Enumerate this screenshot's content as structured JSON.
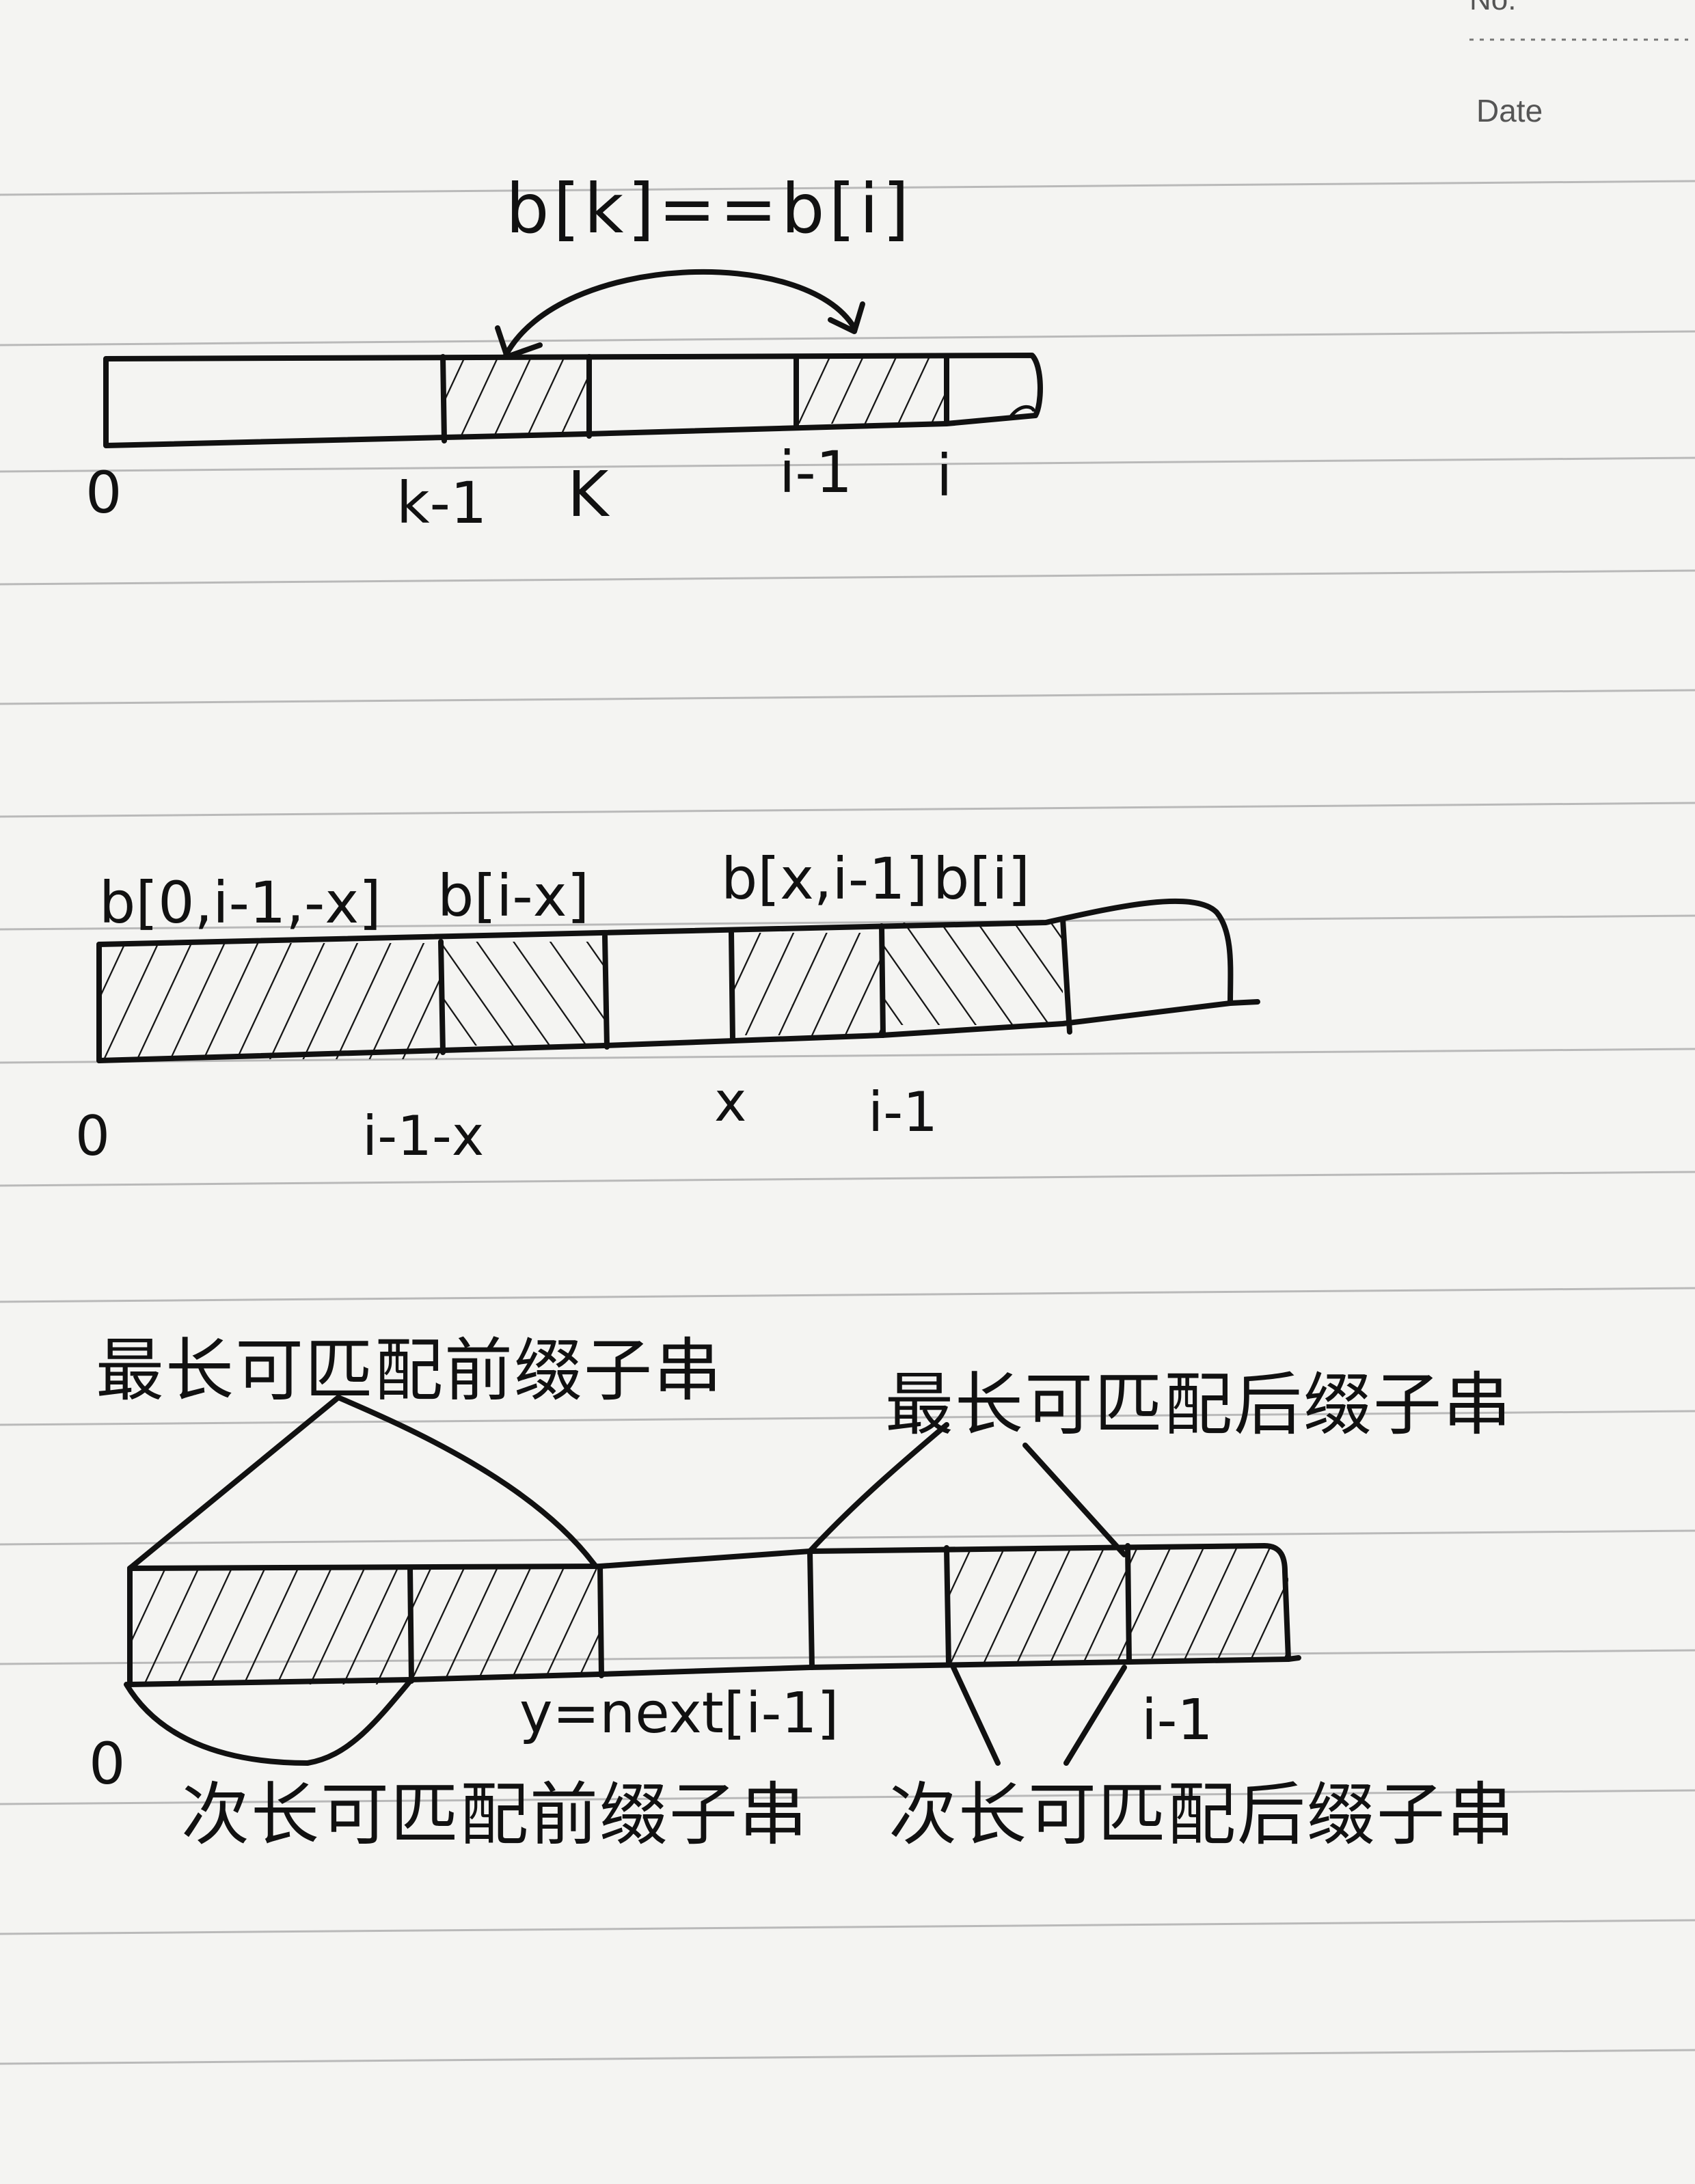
{
  "header": {
    "no_label": "No.",
    "date_label": "Date"
  },
  "diagram1": {
    "formula": "b[k]==b[i]",
    "labels": {
      "zero": "0",
      "k_minus_1": "k-1",
      "k": "K",
      "i_minus_1": "i-1",
      "i": "i"
    }
  },
  "diagram2": {
    "labels_top": {
      "prefix": "b[0,i-1,-x]",
      "bix": "b[i-x]",
      "suffix": "b[x,i-1]",
      "bi": "b[i]"
    },
    "labels_bottom": {
      "zero": "0",
      "i1x": "i-1-x",
      "x": "x",
      "i_minus_1": "i-1"
    }
  },
  "diagram3": {
    "longest_prefix": "最长可匹配前缀子串",
    "longest_suffix": "最长可匹配后缀子串",
    "second_prefix": "次长可匹配前缀子串",
    "second_suffix": "次长可匹配后缀子串",
    "y_eq": "y=next[i-1]",
    "zero": "0",
    "i_minus_1": "i-1"
  }
}
